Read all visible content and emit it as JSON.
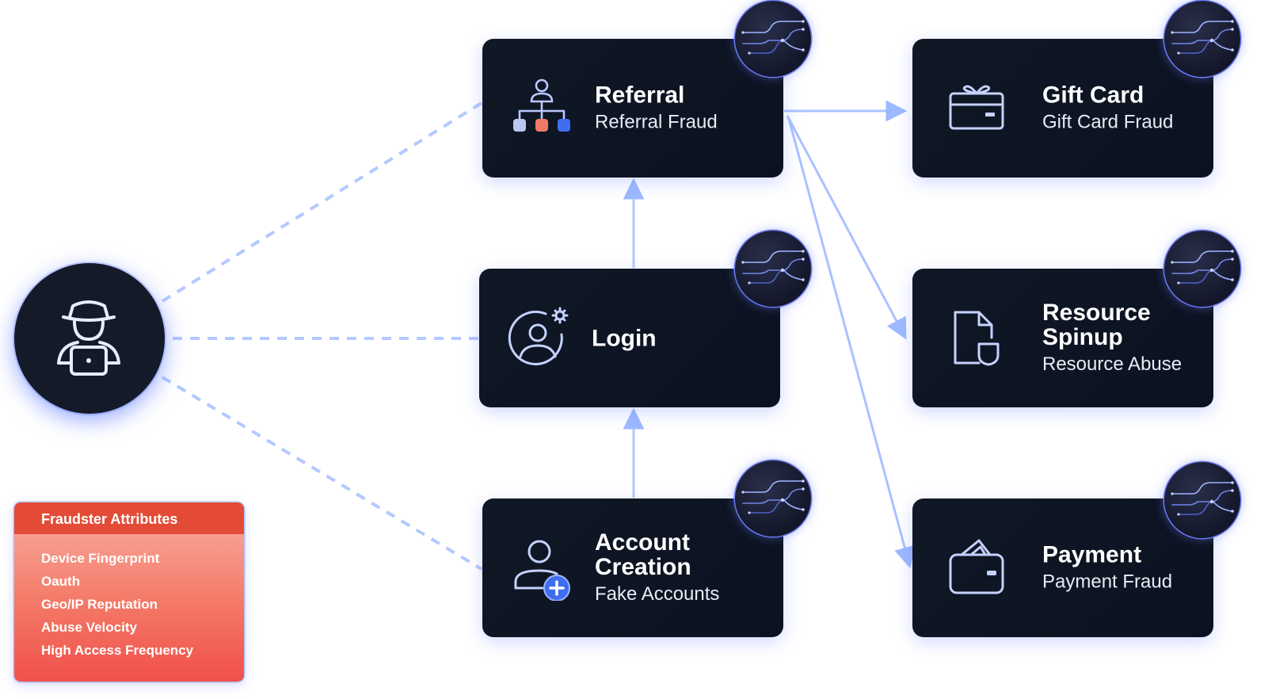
{
  "fraudster": {
    "icon": "hacker-laptop-icon"
  },
  "attributes": {
    "title": "Fraudster Attributes",
    "items": [
      "Device Fingerprint",
      "Oauth",
      "Geo/IP Reputation",
      "Abuse Velocity",
      "High Access Frequency"
    ]
  },
  "nodes": {
    "referral": {
      "title": "Referral",
      "subtitle": "Referral Fraud",
      "icon": "org-hierarchy-icon"
    },
    "login": {
      "title": "Login",
      "icon": "user-settings-icon"
    },
    "account": {
      "title": "Account\nCreation",
      "subtitle": "Fake Accounts",
      "icon": "add-user-icon"
    },
    "giftcard": {
      "title": "Gift Card",
      "subtitle": "Gift Card Fraud",
      "icon": "gift-card-icon"
    },
    "resource": {
      "title": "Resource\nSpinup",
      "subtitle": "Resource Abuse",
      "icon": "file-shield-icon"
    },
    "payment": {
      "title": "Payment",
      "subtitle": "Payment Fraud",
      "icon": "wallet-icon"
    }
  },
  "badge_icon": "network-graph-icon",
  "colors": {
    "card_bg": "#0b1120",
    "connector": "#a9c2ff",
    "arrow": "#8fb0ff",
    "attributes_header": "#e34b36",
    "attributes_body": "#f47a68"
  }
}
